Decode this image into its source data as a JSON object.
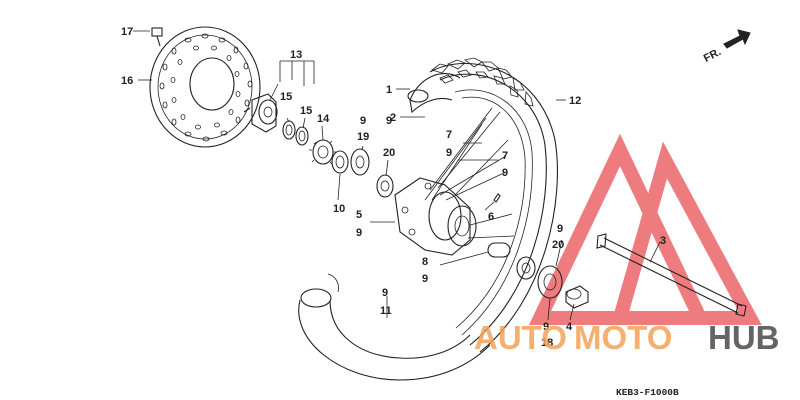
{
  "diagram": {
    "drawing_code": "KEB3-F1000B",
    "direction_label": "FR.",
    "callouts": [
      {
        "id": "c17",
        "text": "17"
      },
      {
        "id": "c16",
        "text": "16"
      },
      {
        "id": "c13",
        "text": "13"
      },
      {
        "id": "c15a",
        "text": "15"
      },
      {
        "id": "c15b",
        "text": "15"
      },
      {
        "id": "c14",
        "text": "14"
      },
      {
        "id": "c9a",
        "text": "9"
      },
      {
        "id": "c19",
        "text": "19"
      },
      {
        "id": "c9b",
        "text": "9"
      },
      {
        "id": "c20a",
        "text": "20"
      },
      {
        "id": "c10",
        "text": "10"
      },
      {
        "id": "c5",
        "text": "5"
      },
      {
        "id": "c9c",
        "text": "9"
      },
      {
        "id": "c1",
        "text": "1"
      },
      {
        "id": "c2",
        "text": "2"
      },
      {
        "id": "c7a",
        "text": "7"
      },
      {
        "id": "c9d",
        "text": "9"
      },
      {
        "id": "c7b",
        "text": "7"
      },
      {
        "id": "c9e",
        "text": "9"
      },
      {
        "id": "c12",
        "text": "12"
      },
      {
        "id": "c6",
        "text": "6"
      },
      {
        "id": "c8",
        "text": "8"
      },
      {
        "id": "c9f",
        "text": "9"
      },
      {
        "id": "c9g",
        "text": "9"
      },
      {
        "id": "c20b",
        "text": "20"
      },
      {
        "id": "c3",
        "text": "3"
      },
      {
        "id": "c9h",
        "text": "9"
      },
      {
        "id": "c11",
        "text": "11"
      },
      {
        "id": "c9i",
        "text": "9"
      },
      {
        "id": "c4",
        "text": "4"
      },
      {
        "id": "c18",
        "text": "18"
      }
    ]
  },
  "watermark": {
    "part_dark_1": "AUTO",
    "part_orange": "MOTO",
    "part_dark_2": "HUB",
    "colors": {
      "red": "#e8454a",
      "orange": "#f4a259",
      "dark": "#4a4a4a"
    }
  }
}
